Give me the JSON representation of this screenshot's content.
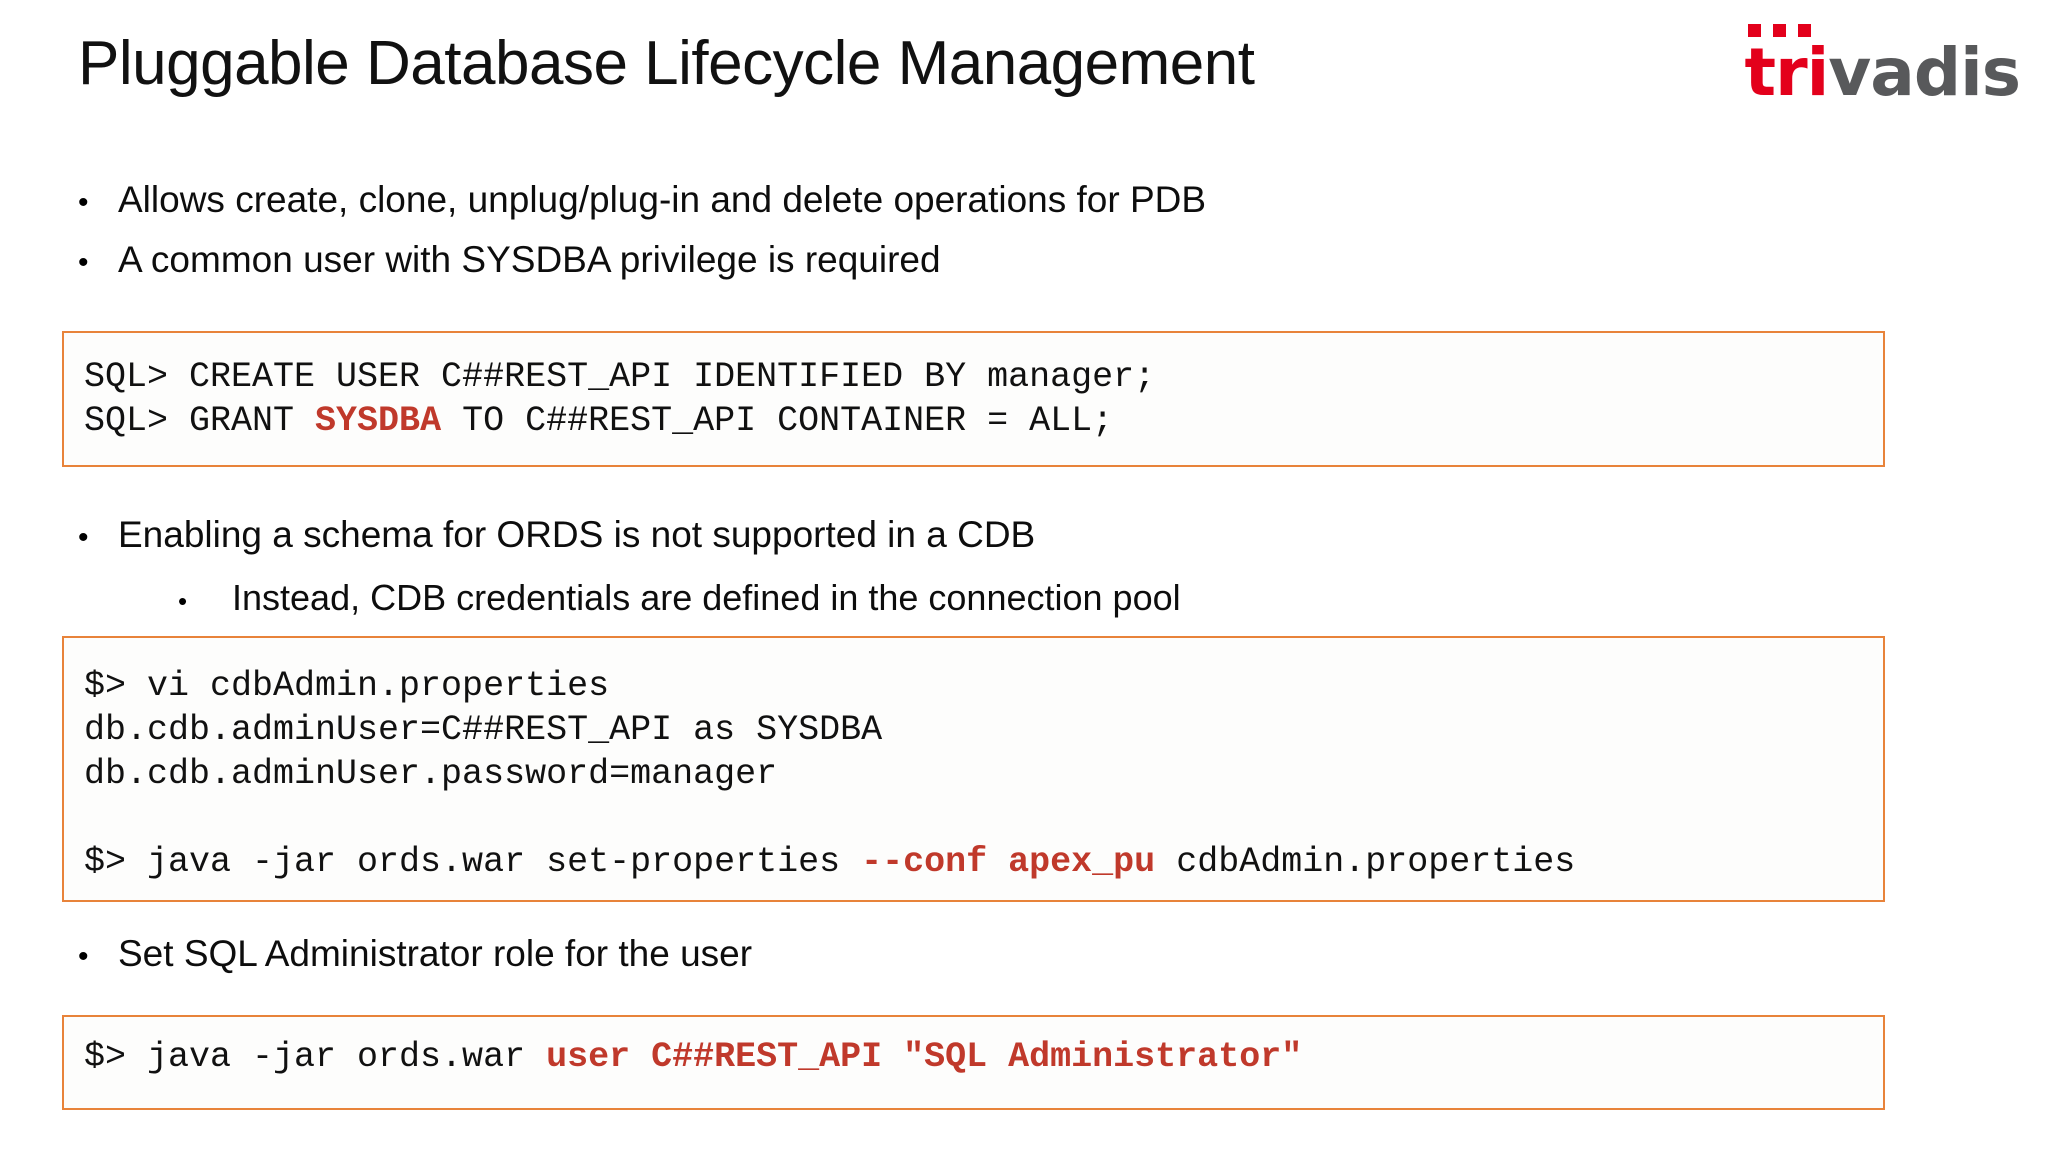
{
  "slide": {
    "title": "Pluggable Database Lifecycle Management",
    "logo": {
      "text_red": "tri",
      "text_gray": "vadis",
      "accent_red": "#E3001B",
      "gray": "#58595B"
    },
    "colors": {
      "code_border": "#E8833A",
      "code_background": "#FDFDFC",
      "code_highlight_red": "#C0392B",
      "body_text": "#0D0D0D"
    },
    "bullet_glyph": "•"
  },
  "bullets": {
    "b1": "Allows create, clone, unplug/plug-in and delete operations for PDB",
    "b2": "A common user with SYSDBA privilege is required",
    "b3": "Enabling a schema for ORDS is not supported in a CDB",
    "b4": "Instead, CDB credentials are defined in the connection pool",
    "b5": "Set SQL Administrator role for the user"
  },
  "code_blocks": {
    "block1": {
      "lines": [
        {
          "segments": [
            {
              "text": "SQL> CREATE USER C##REST_API IDENTIFIED BY manager;",
              "highlight": false
            }
          ]
        },
        {
          "segments": [
            {
              "text": "SQL> GRANT ",
              "highlight": false
            },
            {
              "text": "SYSDBA",
              "highlight": true
            },
            {
              "text": " TO C##REST_API CONTAINER = ALL;",
              "highlight": false
            }
          ]
        }
      ]
    },
    "block2": {
      "lines": [
        {
          "segments": [
            {
              "text": "$> vi cdbAdmin.properties",
              "highlight": false
            }
          ]
        },
        {
          "segments": [
            {
              "text": "db.cdb.adminUser=C##REST_API as SYSDBA",
              "highlight": false
            }
          ]
        },
        {
          "segments": [
            {
              "text": "db.cdb.adminUser.password=manager",
              "highlight": false
            }
          ]
        },
        {
          "segments": [
            {
              "text": "",
              "highlight": false
            }
          ]
        },
        {
          "segments": [
            {
              "text": "$> java -jar ords.war set-properties ",
              "highlight": false
            },
            {
              "text": "--conf apex_pu",
              "highlight": true
            },
            {
              "text": " cdbAdmin.properties",
              "highlight": false
            }
          ]
        }
      ]
    },
    "block3": {
      "lines": [
        {
          "segments": [
            {
              "text": "$> java -jar ords.war ",
              "highlight": false
            },
            {
              "text": "user C##REST_API \"SQL Administrator\"",
              "highlight": true
            }
          ]
        }
      ]
    }
  }
}
